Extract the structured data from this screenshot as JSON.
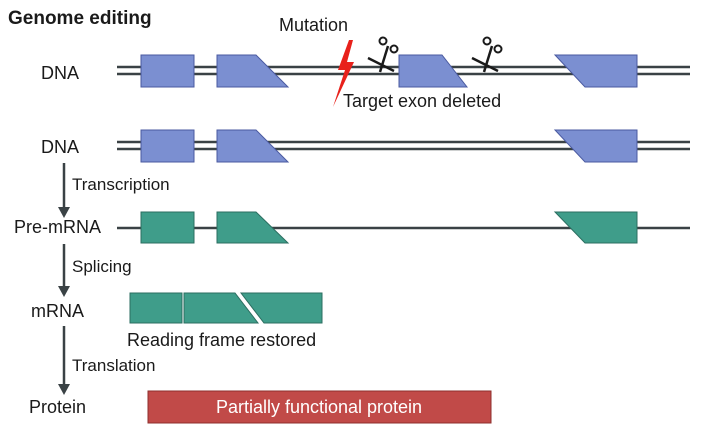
{
  "title": "Genome editing",
  "labels": {
    "dna1": "DNA",
    "dna2": "DNA",
    "pre_mrna": "Pre-mRNA",
    "mrna": "mRNA",
    "protein": "Protein"
  },
  "steps": {
    "transcription": "Transcription",
    "splicing": "Splicing",
    "translation": "Translation"
  },
  "annotations": {
    "mutation": "Mutation",
    "target_exon_deleted": "Target exon deleted",
    "reading_frame_restored": "Reading frame restored",
    "protein_bar": "Partially functional protein"
  },
  "icons": [
    "mutation-lightning-icon",
    "scissors-icon"
  ],
  "colors": {
    "dna_exon": "#7b8fd1",
    "rna_exon": "#3f9d8a",
    "protein_bar": "#c14a48",
    "mutation": "#e8211b",
    "strand": "#3a4245"
  }
}
